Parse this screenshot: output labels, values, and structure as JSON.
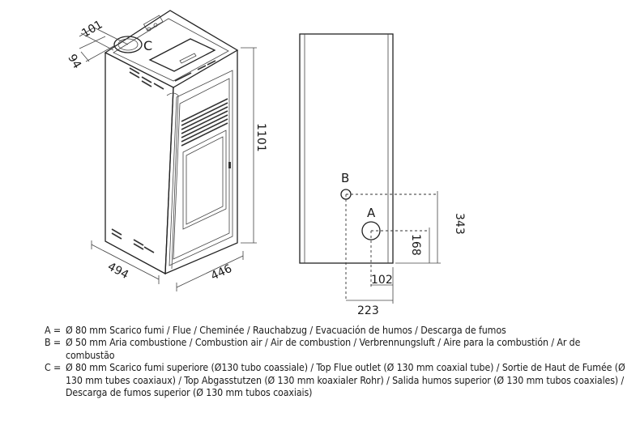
{
  "drawing": {
    "dims": {
      "flue_offset_x": "101",
      "flue_offset_y": "94",
      "height": "1101",
      "width": "494",
      "depth": "446",
      "air_inlet_height": "343",
      "flue_height": "168",
      "flue_offset_102": "102",
      "air_offset_223": "223"
    },
    "labels": {
      "A": "A",
      "B": "B",
      "C": "C"
    }
  },
  "legend": [
    {
      "key": "A = ",
      "text": "Ø 80 mm  Scarico fumi / Flue / Cheminée / Rauchabzug / Evacuación de humos / Descarga de fumos"
    },
    {
      "key": "B = ",
      "text": "Ø 50 mm  Aria combustione / Combustion air / Air de combustion / Verbrennungsluft / Aire para la combustión / Ar de combustão"
    },
    {
      "key": "C = ",
      "text": "Ø 80 mm  Scarico fumi superiore (Ø130 tubo coassiale) / Top Flue outlet (Ø 130 mm coaxial tube) / Sortie de Haut de Fumée (Ø 130 mm tubes coaxiaux) / Top Abgasstutzen (Ø 130 mm koaxialer Rohr) / Salida humos superior (Ø 130 mm tubos coaxiales) / Descarga de fumos superior (Ø 130 mm tubos coaxiais)"
    }
  ]
}
